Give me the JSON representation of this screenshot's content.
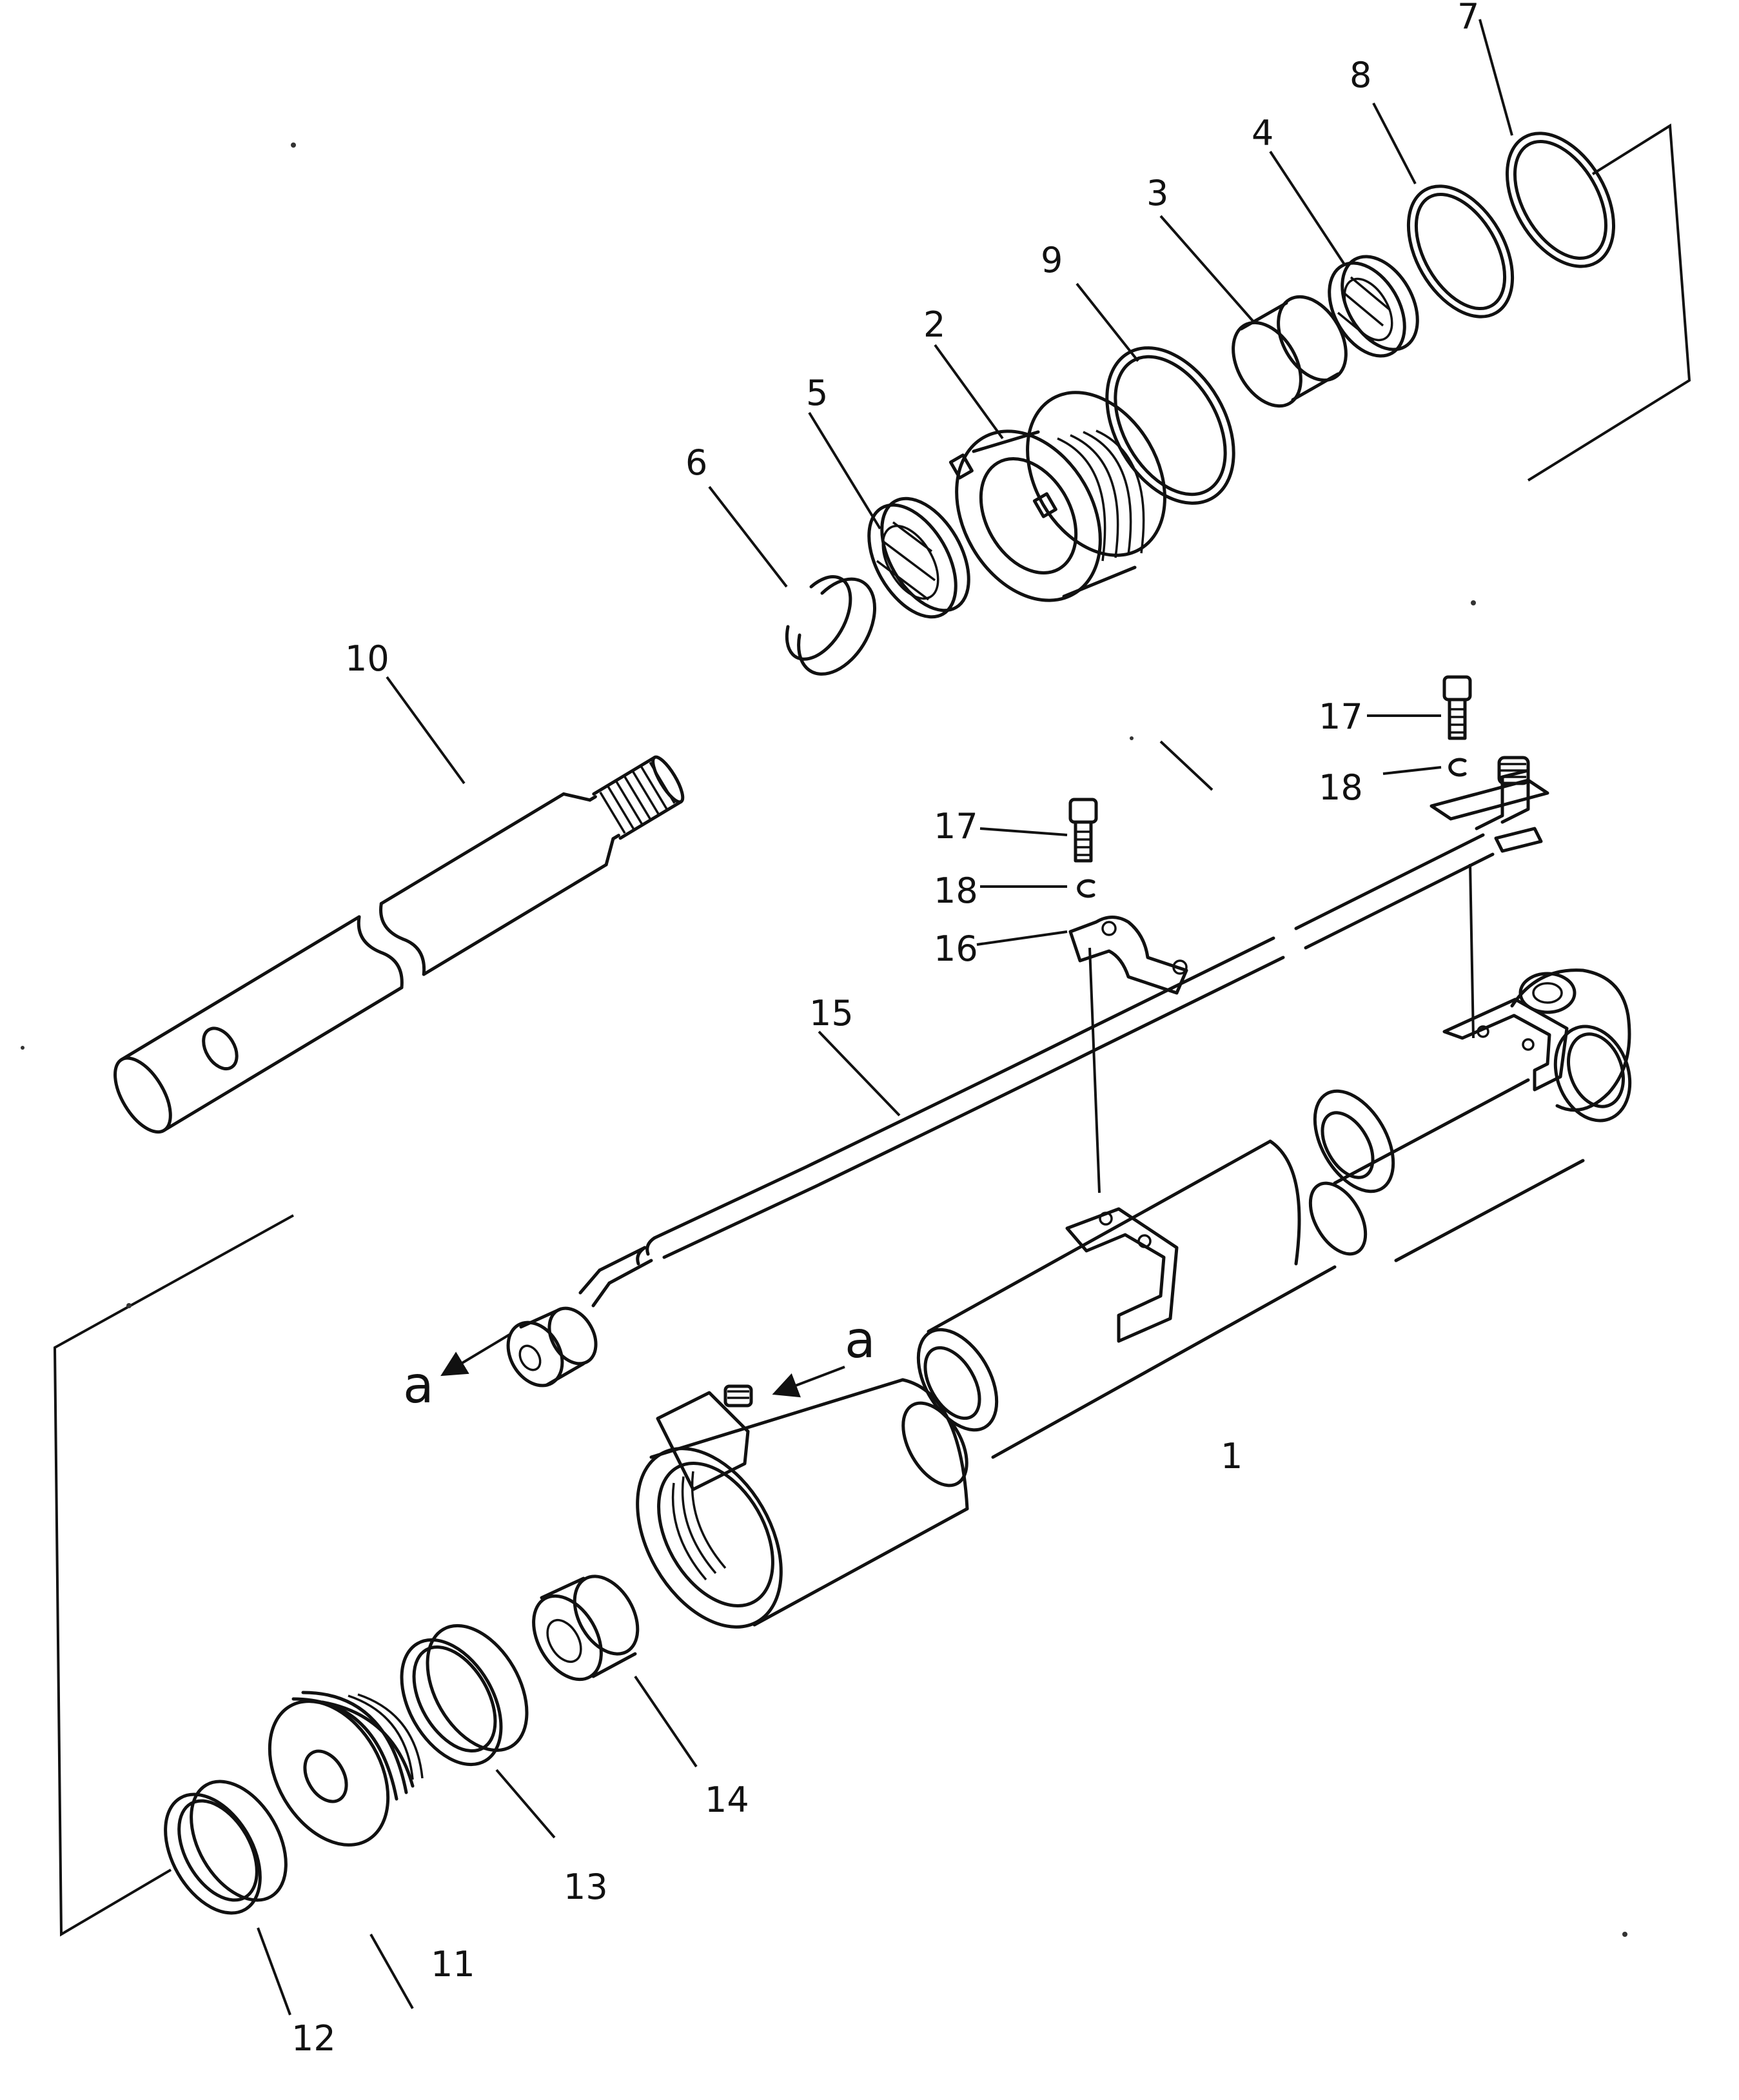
{
  "labels": {
    "p1": "1",
    "p2": "2",
    "p3": "3",
    "p4": "4",
    "p5": "5",
    "p6": "6",
    "p7": "7",
    "p8": "8",
    "p9": "9",
    "p10": "10",
    "p11": "11",
    "p12": "12",
    "p13": "13",
    "p14": "14",
    "p15": "15",
    "p16": "16",
    "p17a": "17",
    "p17b": "17",
    "p18a": "18",
    "p18b": "18",
    "a1": "a",
    "a2": "a"
  }
}
